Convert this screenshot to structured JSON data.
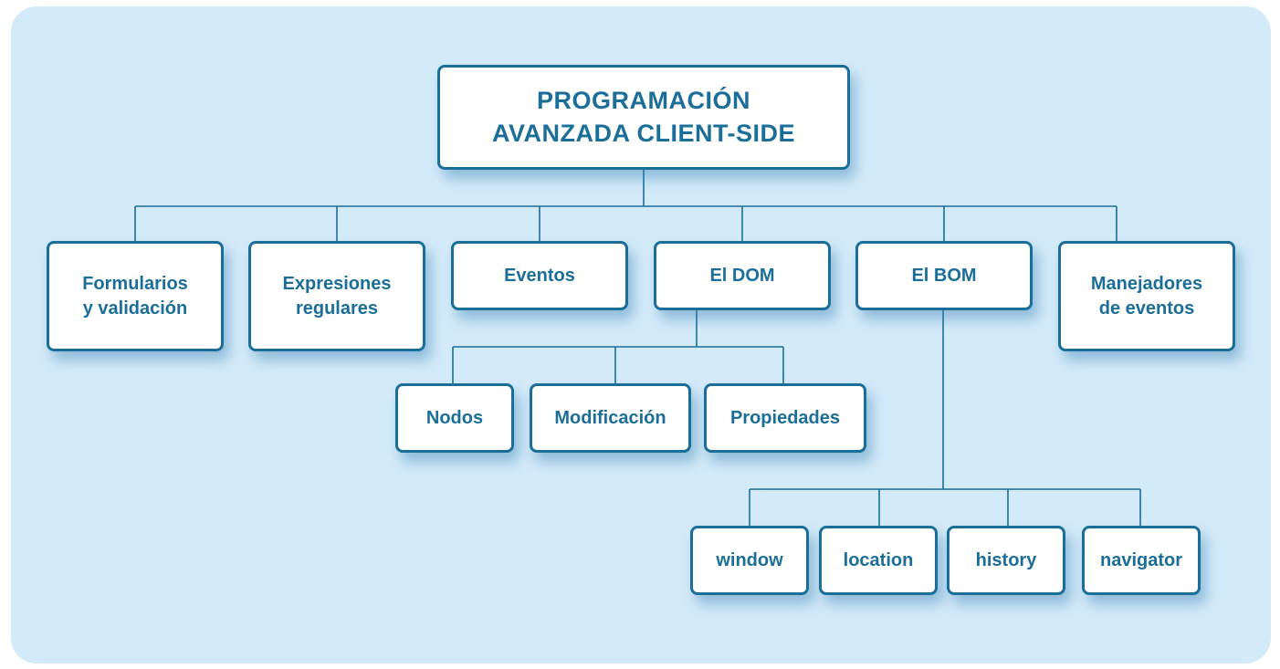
{
  "colors": {
    "background": "#d3eaf9",
    "node_border": "#1a6e98",
    "node_text": "#1a6e98",
    "connector": "#1a6e98",
    "node_fill": "#ffffff"
  },
  "root": {
    "label": "PROGRAMACIÓN\nAVANZADA CLIENT-SIDE"
  },
  "level1": [
    {
      "id": "formularios",
      "label": "Formularios\ny validación"
    },
    {
      "id": "expresiones",
      "label": "Expresiones\nregulares"
    },
    {
      "id": "eventos",
      "label": "Eventos"
    },
    {
      "id": "dom",
      "label": "El DOM"
    },
    {
      "id": "bom",
      "label": "El BOM"
    },
    {
      "id": "manejadores",
      "label": "Manejadores\nde eventos"
    }
  ],
  "dom_children": [
    {
      "id": "nodos",
      "label": "Nodos"
    },
    {
      "id": "modificacion",
      "label": "Modificación"
    },
    {
      "id": "propiedades",
      "label": "Propiedades"
    }
  ],
  "bom_children": [
    {
      "id": "window",
      "label": "window"
    },
    {
      "id": "location",
      "label": "location"
    },
    {
      "id": "history",
      "label": "history"
    },
    {
      "id": "navigator",
      "label": "navigator"
    }
  ]
}
